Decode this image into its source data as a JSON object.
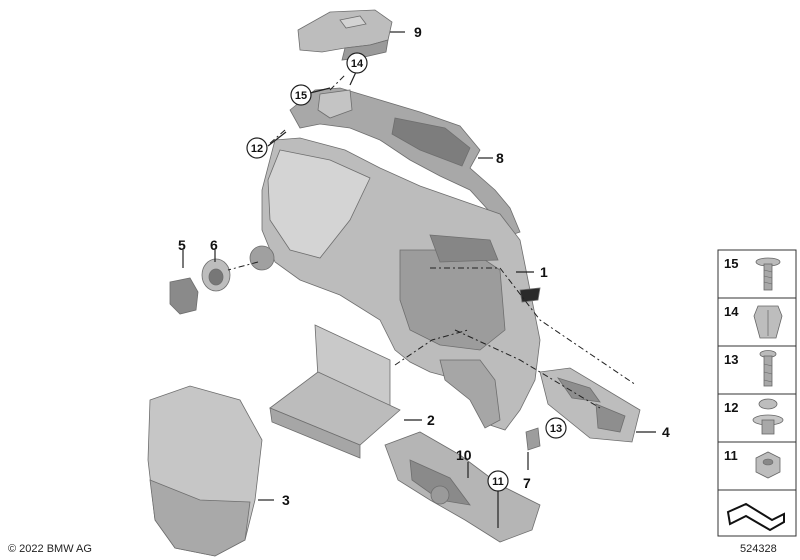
{
  "callouts": {
    "c1": "1",
    "c2": "2",
    "c3": "3",
    "c4": "4",
    "c5": "5",
    "c6": "6",
    "c7": "7",
    "c8": "8",
    "c9": "9",
    "c10": "10",
    "c11": "11",
    "c12": "12",
    "c13": "13",
    "c14": "14",
    "c15": "15"
  },
  "legend": {
    "items": [
      {
        "label": "15",
        "icon": "flat-head-screw"
      },
      {
        "label": "14",
        "icon": "expanding-clip"
      },
      {
        "label": "13",
        "icon": "machine-screw"
      },
      {
        "label": "12",
        "icon": "spring-clip-with-washer"
      },
      {
        "label": "11",
        "icon": "hex-nut"
      },
      {
        "label": "",
        "icon": "bracket-symbol"
      }
    ]
  },
  "footer": {
    "copyright": "© 2022 BMW AG",
    "diagram_number": "524328"
  },
  "colors": {
    "part_fill": "#bcbcbc",
    "part_dark": "#8f8f8f",
    "part_light": "#d6d6d6",
    "line": "#222222"
  }
}
